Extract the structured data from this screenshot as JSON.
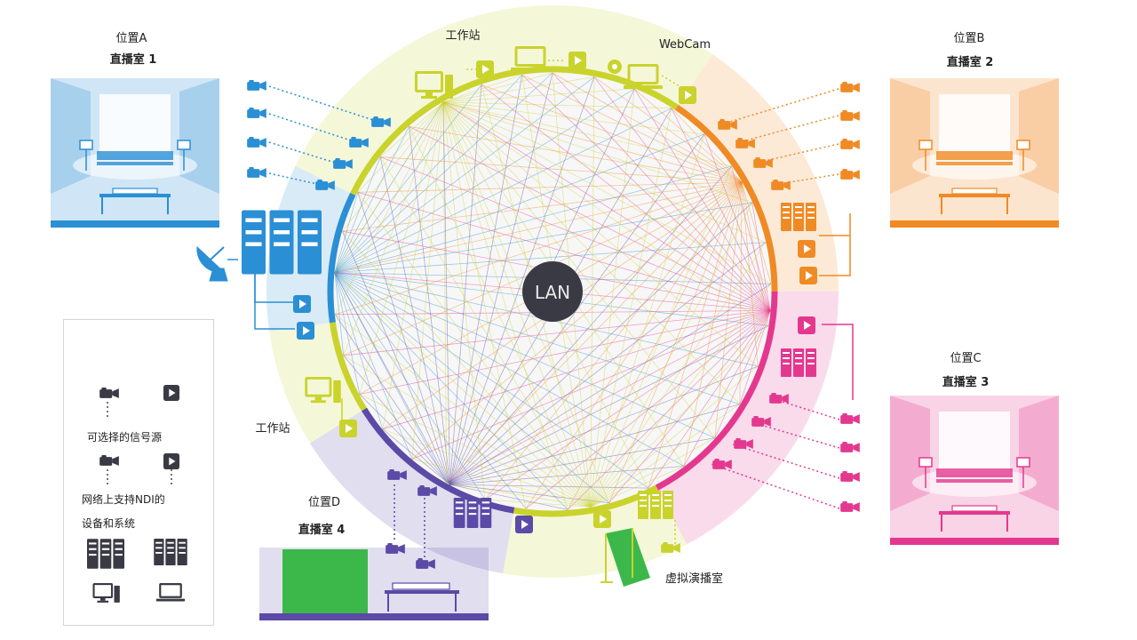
{
  "center": {
    "label": "LAN"
  },
  "locations": [
    {
      "name": "位置A",
      "room": "直播室 1"
    },
    {
      "name": "位置B",
      "room": "直播室 2"
    },
    {
      "name": "位置C",
      "room": "直播室 3"
    },
    {
      "name": "位置D",
      "room": "直播室 4"
    }
  ],
  "labels": {
    "workstation_top": "工作站",
    "webcam": "WebCam",
    "workstation_left": "工作站",
    "virtual_studio": "虚拟演播室"
  },
  "legend": {
    "selectable_sources": "可选择的信号源",
    "ndi_devices_line1": "网络上支持NDI的",
    "ndi_devices_line2": "设备和系统"
  },
  "colors": {
    "blue": "#2a8fd4",
    "yellow": "#c9d32c",
    "orange": "#f08a24",
    "pink": "#e4388f",
    "purple": "#5b4aa6",
    "green": "#3cb84a",
    "lan": "#3a3a44"
  },
  "icons": [
    "camera-icon",
    "play-icon",
    "server-rack-icon",
    "monitor-icon",
    "laptop-icon",
    "webcam-icon",
    "satellite-dish-icon"
  ]
}
